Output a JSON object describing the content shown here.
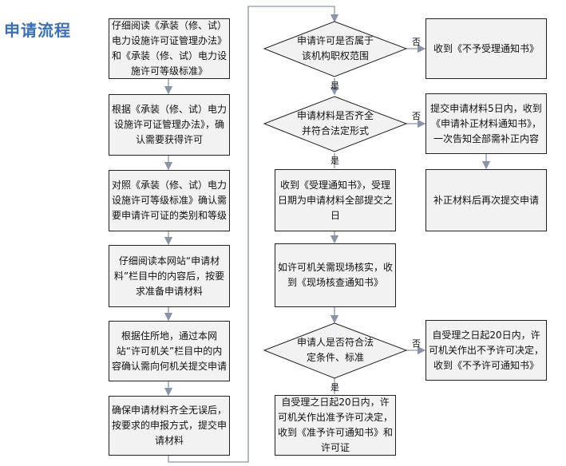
{
  "title": "申请流程",
  "left_steps": [
    "仔细阅读《承装（修、试）电力设施许可证管理办法》和《承装（修、试）电力设施许可等级标准》",
    "根据《承装（修、试）电力设施许可证管理办法》，确认需要获得许可",
    "对照《承装（修、试）电力设施许可等级标准》确认需要申请许可证的类别和等级",
    "仔细阅读本网站“申请材料”栏目中的内容后，按要求准备申请材料",
    "根据住所地，通过本网站“许可机关”栏目中的内容确认需向何机关提交申请",
    "确保申请材料齐全无误后，按要求的申报方式，提交申请材料"
  ],
  "decisions": [
    {
      "text": "申请许可是否属于该机构职权范围",
      "no_label": "否",
      "yes_label": "是",
      "no_result": "收到《不予受理通知书》"
    },
    {
      "text": "申请材料是否齐全并符合法定形式",
      "no_label": "否",
      "yes_label": "是",
      "no_result": "提交申请材料5日内，收到《申请补正材料通知书》，一次告知全部需补正内容"
    },
    {
      "text": "申请人是否符合法定条件、标准",
      "no_label": "否",
      "yes_label": "是",
      "no_result": "自受理之日起20日内，许可机关作出不予许可决定，收到《不予许可通知书》"
    }
  ],
  "resubmit": "补正材料后再次提交申请",
  "accepted": "收到《受理通知书》，受理日期为申请材料全部提交之日",
  "onsite": "如许可机关需现场核实，收到《现场核查通知书》",
  "granted": "自受理之日起20日内，许可机关作出准予许可决定，收到《准予许可通知书》和许可证"
}
